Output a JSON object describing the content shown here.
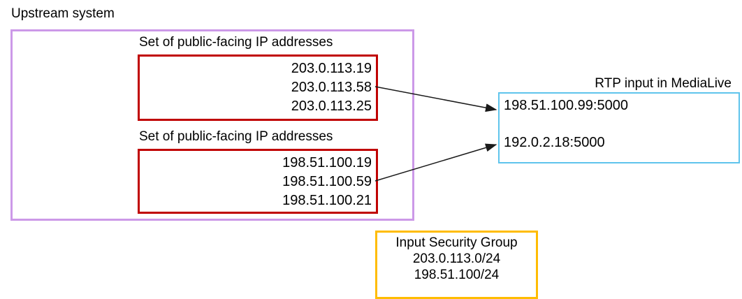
{
  "upstream_system": {
    "label": "Upstream system",
    "ip_sets": [
      {
        "label": "Set of public-facing IP addresses",
        "addresses": [
          "203.0.113.19",
          "203.0.113.58",
          "203.0.113.25"
        ]
      },
      {
        "label": "Set of public-facing IP addresses",
        "addresses": [
          "198.51.100.19",
          "198.51.100.59",
          "198.51.100.21"
        ]
      }
    ]
  },
  "medialive_input": {
    "label": "RTP input in MediaLive",
    "endpoints": [
      "198.51.100.99:5000",
      "192.0.2.18:5000"
    ]
  },
  "input_security_group": {
    "title": "Input Security Group",
    "cidrs": [
      "203.0.113.0/24",
      "198.51.100/24"
    ]
  },
  "colors": {
    "upstream_border": "#cc99e8",
    "ip_set_border": "#c00000",
    "rtp_input_border": "#5fc4ec",
    "security_group_border": "#ffbc00",
    "arrow": "#1a1a1a"
  }
}
